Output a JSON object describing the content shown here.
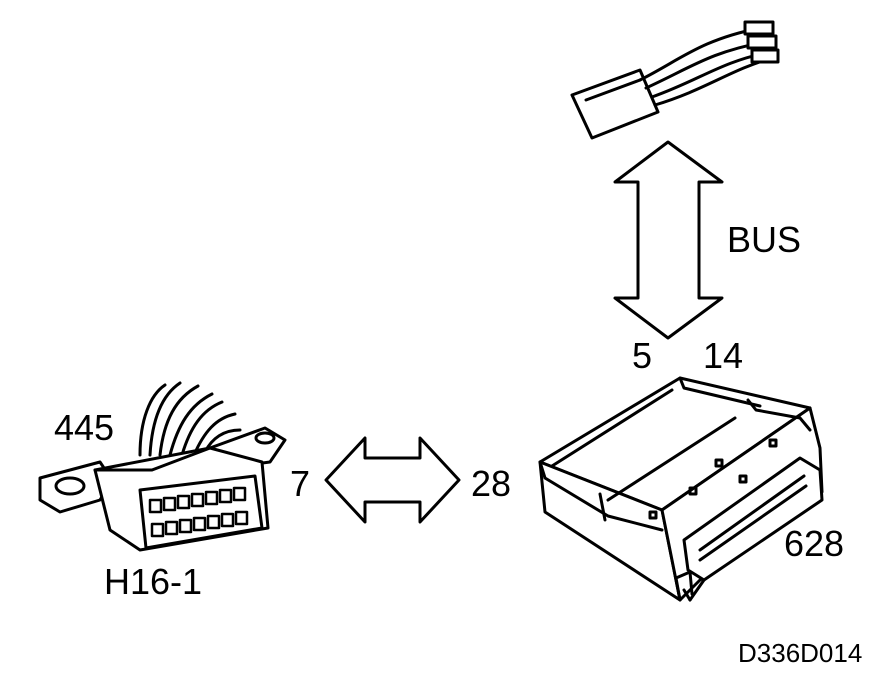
{
  "labels": {
    "connector_445": "445",
    "connector_h16_1": "H16-1",
    "pin_7": "7",
    "pin_28": "28",
    "pin_5": "5",
    "pin_14": "14",
    "bus": "BUS",
    "unit_628": "628",
    "figure_code": "D336D014"
  },
  "colors": {
    "ink": "#000000",
    "paper": "#ffffff"
  }
}
